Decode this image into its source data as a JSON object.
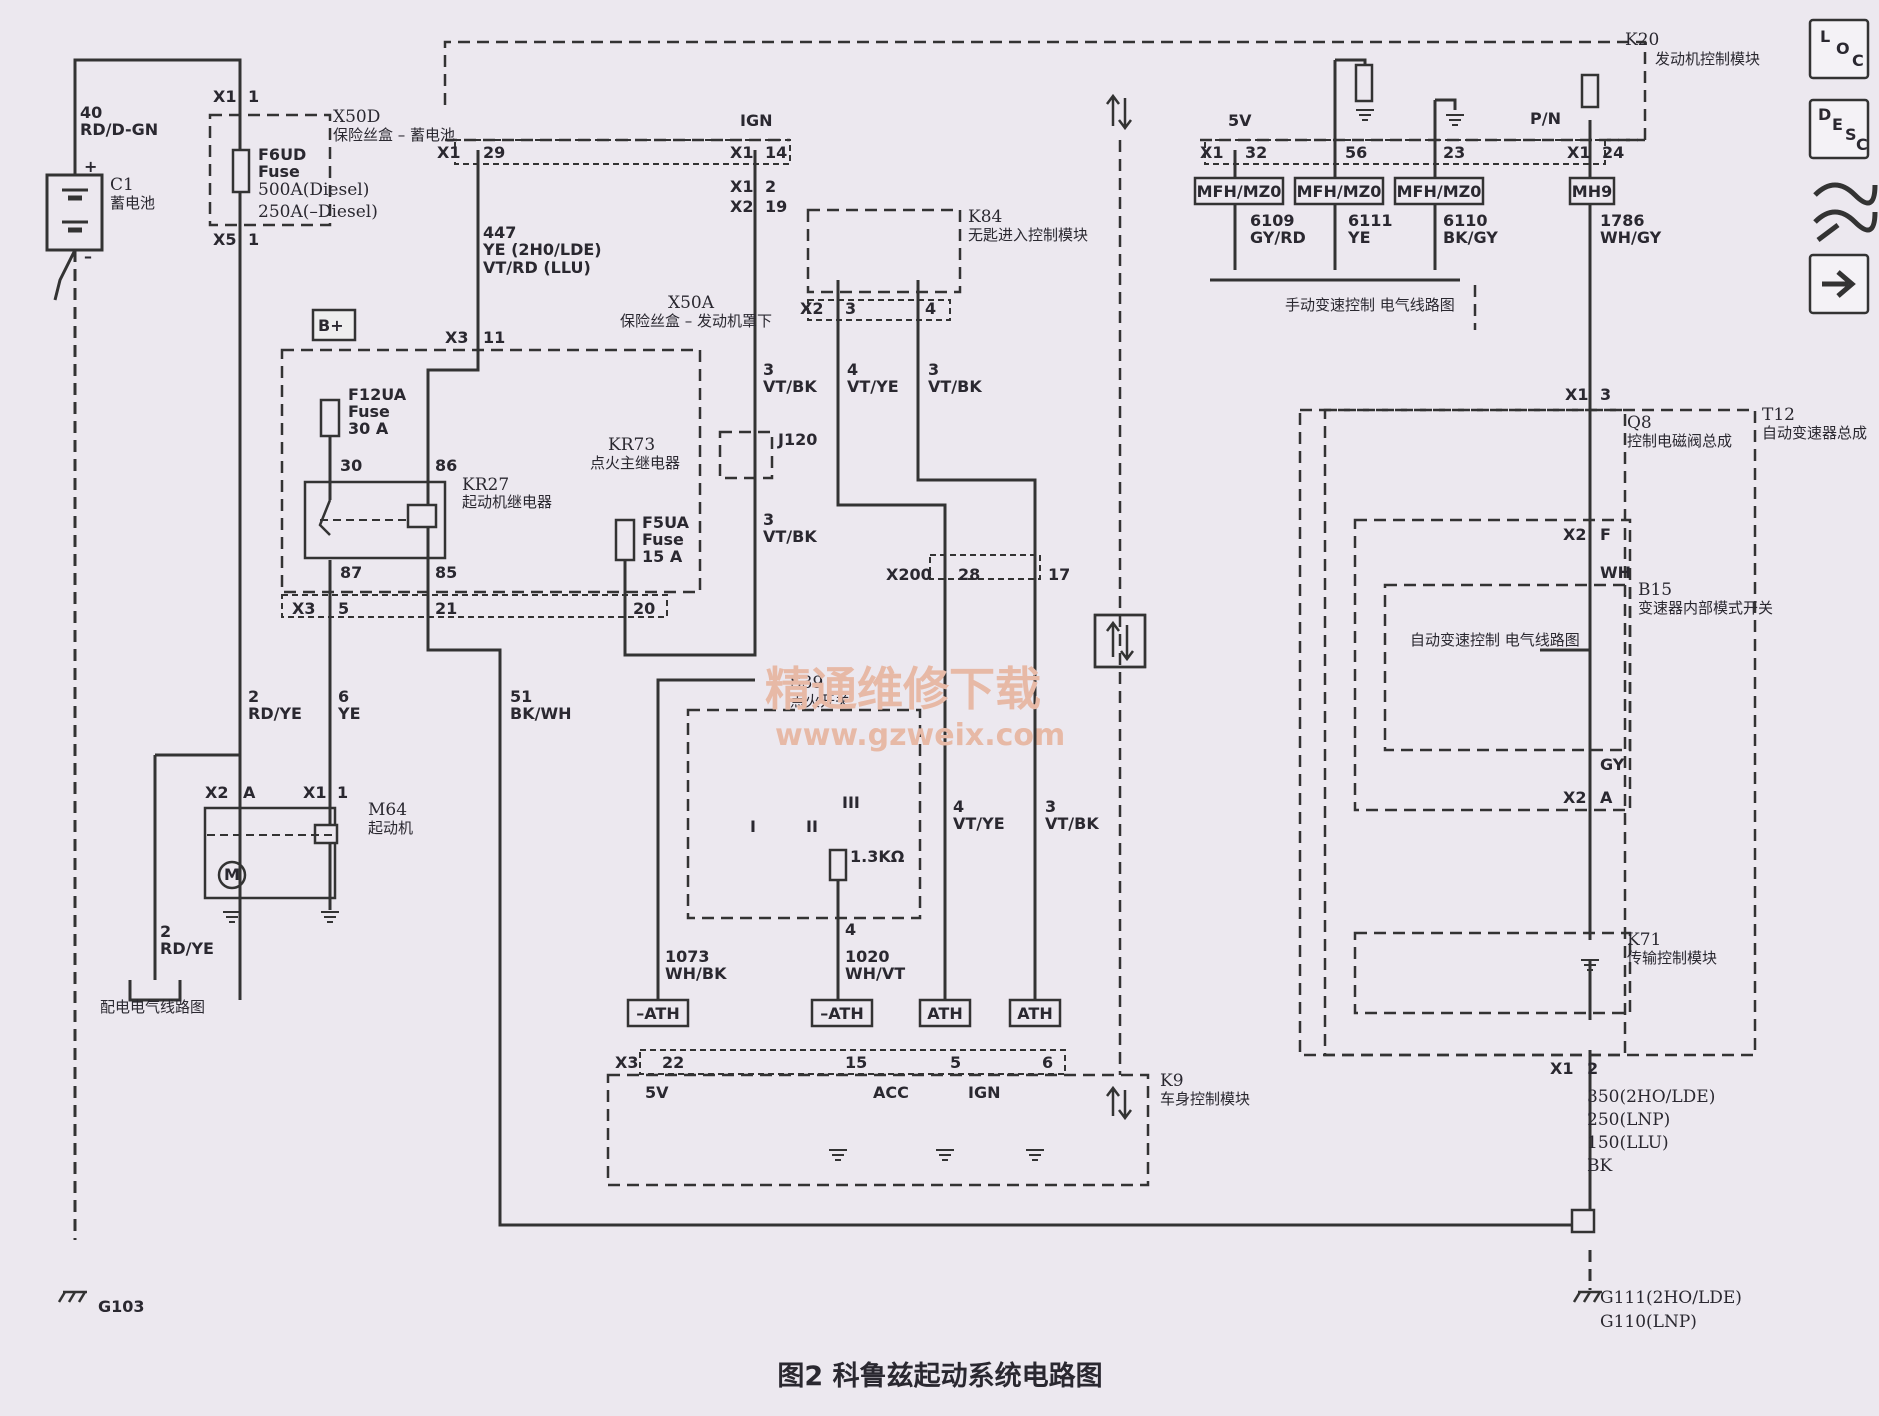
{
  "title": "图2  科鲁兹起动系统电路图",
  "watermark": {
    "line1": "精通维修下载",
    "line2": "www.gzweix.com"
  },
  "nav_icons": [
    {
      "name": "loc-icon",
      "letters": [
        "L",
        "O",
        "C"
      ]
    },
    {
      "name": "desc-icon",
      "letters": [
        "D",
        "E",
        "S",
        "C"
      ]
    },
    {
      "name": "road-icon"
    },
    {
      "name": "arrow-right-icon"
    }
  ],
  "battery": {
    "wire_num": "40",
    "wire_color": "RD/D-GN",
    "id": "C1",
    "name": "蓄电池",
    "plus": "+",
    "minus": "–"
  },
  "ground_g103": "G103",
  "ground_g111": [
    "G111(2HO/LDE)",
    "G110(LNP)"
  ],
  "fusebox_x50d": {
    "id": "X50D",
    "name": "保险丝盒 – 蓄电池",
    "conn_top": "X1",
    "pin_top": "1",
    "fuse": "F6UD",
    "fuse_word": "Fuse",
    "rating1": "500A(Diesel)",
    "rating2": "250A(–Diesel)",
    "conn_bot": "X5",
    "pin_bot": "1"
  },
  "bplus": "B+",
  "fusebox_x50a": {
    "id": "X50A",
    "name": "保险丝盒 – 发动机罩下",
    "conn": "X3",
    "pin_top": "11",
    "fuse12": "F12UA",
    "fuse_word": "Fuse",
    "fuse12_rating": "30 A",
    "relay_id": "KR27",
    "relay_name": "起动机继电器",
    "p30": "30",
    "p86": "86",
    "p87": "87",
    "p85": "85",
    "kr73_id": "KR73",
    "kr73_name": "点火主继电器",
    "fuse5": "F5UA",
    "fuse5_rating": "15 A",
    "bot_conn": "X3",
    "bot5": "5",
    "bot21": "21",
    "bot20": "20"
  },
  "ecm": {
    "id": "K20",
    "name": "发动机控制模块",
    "x1": "X1",
    "p29": "29",
    "ign": "IGN",
    "p14": "14",
    "x1b": "X1",
    "p2": "2",
    "x2": "X2",
    "p19": "19",
    "v5": "5V",
    "p32": "32",
    "p56": "56",
    "p23": "23",
    "pn": "P/N",
    "p24": "24"
  },
  "wire_447": {
    "num": "447",
    "l1": "YE (2H0/LDE)",
    "l2": "VT/RD (LLU)"
  },
  "mfh": [
    "MFH/MZ0",
    "MFH/MZ0",
    "MFH/MZ0"
  ],
  "mh9": "MH9",
  "mfh_wires": [
    {
      "num": "6109",
      "color": "GY/RD"
    },
    {
      "num": "6111",
      "color": "YE"
    },
    {
      "num": "6110",
      "color": "BK/GY"
    }
  ],
  "manual_trans": "手动变速控制 电气线路图",
  "wire_1786": {
    "num": "1786",
    "color": "WH/GY"
  },
  "k84": {
    "id": "K84",
    "name": "无匙进入控制模块",
    "x2": "X2",
    "p3": "3",
    "p4": "4"
  },
  "wires_mid": [
    {
      "num": "3",
      "color": "VT/BK"
    },
    {
      "num": "4",
      "color": "VT/YE"
    },
    {
      "num": "3",
      "color": "VT/BK"
    }
  ],
  "j120": "J120",
  "wire_3vtbk2": {
    "num": "3",
    "color": "VT/BK"
  },
  "x200": {
    "id": "X200",
    "p28": "28",
    "p17": "17"
  },
  "s39": {
    "id": "S39",
    "name": "点火开关",
    "pos3": "III",
    "pos1": "I",
    "pos2": "II",
    "res": "1.3KΩ",
    "pin4": "4"
  },
  "wires_low": [
    {
      "num": "4",
      "color": "VT/YE"
    },
    {
      "num": "3",
      "color": "VT/BK"
    }
  ],
  "wire_1073": {
    "num": "1073",
    "color": "WH/BK"
  },
  "wire_1020": {
    "num": "1020",
    "color": "WH/VT"
  },
  "ath": [
    "–ATH",
    "–ATH",
    "ATH",
    "ATH"
  ],
  "k9": {
    "id": "K9",
    "name": "车身控制模块",
    "x3": "X3",
    "p22": "22",
    "p15": "15",
    "p5": "5",
    "p6": "6",
    "v5": "5V",
    "acc": "ACC",
    "ign": "IGN"
  },
  "m64": {
    "id": "M64",
    "name": "起动机",
    "x2": "X2",
    "pa": "A",
    "x1": "X1",
    "p1": "1",
    "m": "M"
  },
  "wire_2rdye": {
    "num": "2",
    "color": "RD/YE"
  },
  "wire_6ye": {
    "num": "6",
    "color": "YE"
  },
  "wire_51": {
    "num": "51",
    "color": "BK/WH"
  },
  "wire_2rdye_b": {
    "num": "2",
    "color": "RD/YE"
  },
  "power_dist": "配电电气线路图",
  "t12": {
    "id": "T12",
    "name": "自动变速器总成",
    "x1": "X1",
    "p3": "3"
  },
  "q8": {
    "id": "Q8",
    "name": "控制电磁阀总成"
  },
  "x2f": {
    "x2": "X2",
    "f": "F"
  },
  "wh": "WH",
  "b15": {
    "id": "B15",
    "name": "变速器内部模式开关"
  },
  "auto_trans": "自动变速控制 电气线路图",
  "gy": "GY",
  "x2a": {
    "x2": "X2",
    "a": "A"
  },
  "k71": {
    "id": "K71",
    "name": "传输控制模块"
  },
  "x1_2": {
    "x1": "X1",
    "p2": "2"
  },
  "wire_350": [
    "350(2HO/LDE)",
    "250(LNP)",
    "150(LLU)",
    "BK"
  ]
}
